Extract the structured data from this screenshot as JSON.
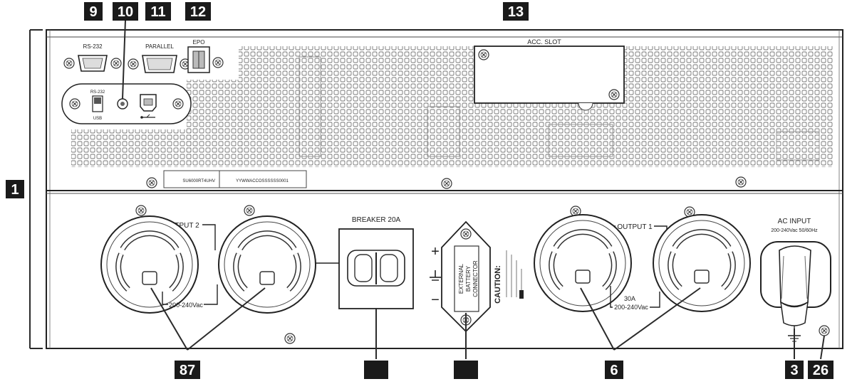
{
  "callouts": {
    "c1": "1",
    "c9": "9",
    "c10": "10",
    "c11": "11",
    "c12": "12",
    "c13": "13",
    "c87": "87",
    "c6": "6",
    "c3": "3",
    "c26": "26"
  },
  "labels": {
    "rs232_port": "RS-232",
    "parallel_port": "PARALLEL",
    "epo": "EPO",
    "acc_slot": "ACC. SLOT",
    "switch_rs232": "RS-232",
    "switch_usb": "USB",
    "serial_number": "SU6000RT4UHV",
    "barcode": "YYWWACCOSSSSSS0001",
    "output2": "OUTPUT 2",
    "output2_voltage": "200-240Vac",
    "breaker": "BREAKER 20A",
    "plus": "+",
    "minus": "−",
    "ext_battery_1": "EXTERNAL",
    "ext_battery_2": "BATTERY",
    "ext_battery_3": "CONNECTOR",
    "caution": "CAUTION:",
    "output1": "OUTPUT 1",
    "output1_amps": "30A",
    "output1_voltage": "200-240Vac",
    "ac_input": "AC INPUT",
    "ac_input_spec": "200-240Vac 50/60Hz"
  },
  "colors": {
    "callout_bg": "#1a1a1a",
    "callout_text": "#ffffff",
    "line": "#2b2b2b",
    "panel": "#ffffff"
  }
}
